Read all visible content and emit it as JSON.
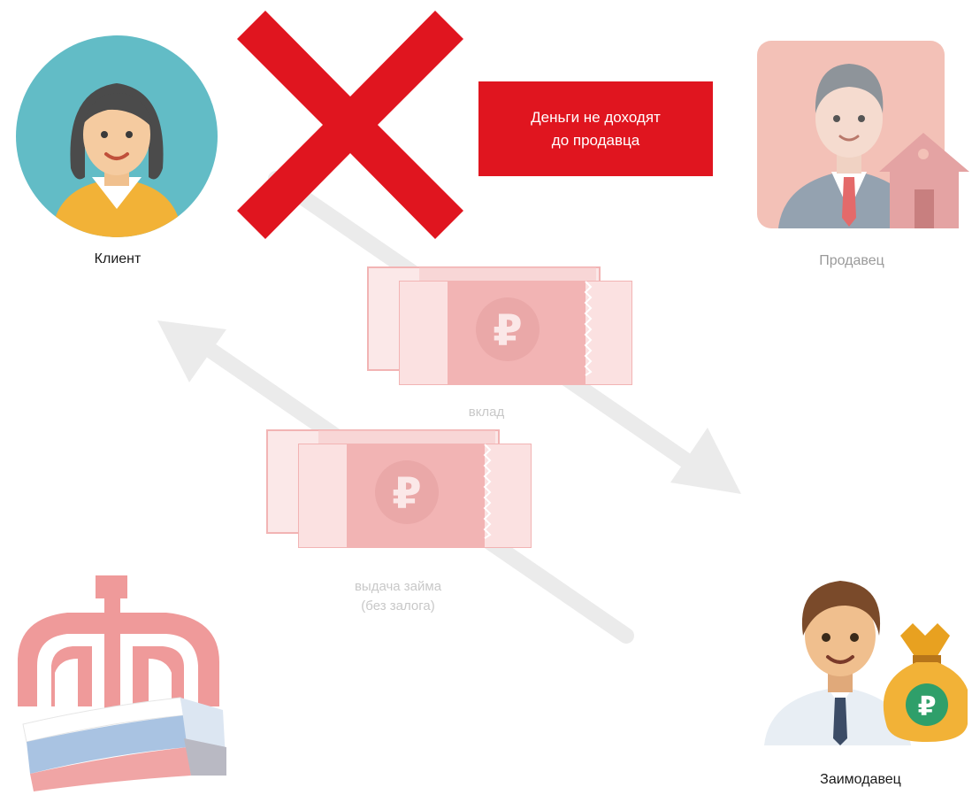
{
  "colors": {
    "red": "#e0151f",
    "arrow_gray": "#ebebeb",
    "note_pink": "#f2b4b4",
    "seller_bg": "#f3c1b7",
    "client_bg": "#62bcc6"
  },
  "banner": {
    "line1": "Деньги не доходят",
    "line2": "до продавца"
  },
  "actors": {
    "client": "Клиент",
    "seller": "Продавец",
    "lender": "Заимодавец"
  },
  "flows": {
    "deposit": "вклад",
    "loan_line1": "выдача займа",
    "loan_line2": "(без залога)"
  },
  "icons": {
    "cross": "red-cross-icon",
    "client": "woman-avatar-icon",
    "seller": "man-with-house-icon",
    "lender": "man-with-money-bag-icon",
    "pfr": "pfr-logo-icon",
    "money": "ruble-banknote-icon"
  }
}
